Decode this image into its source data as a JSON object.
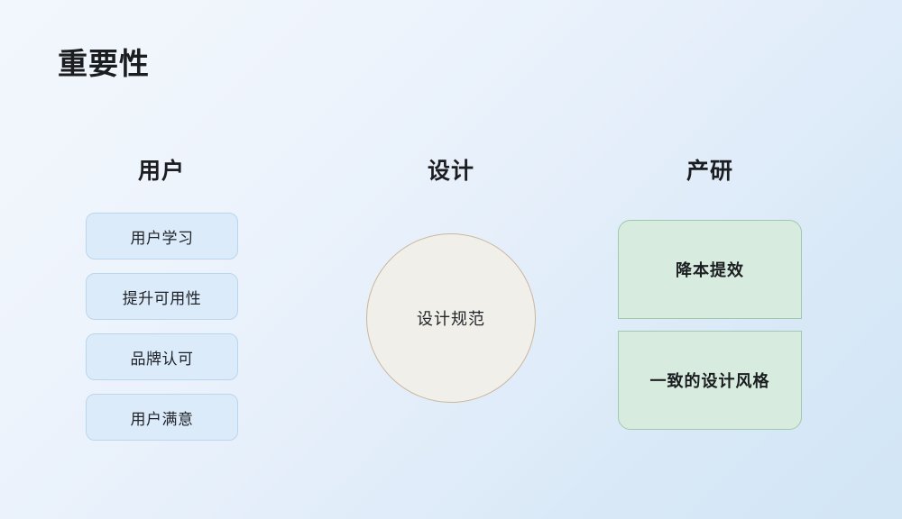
{
  "slide": {
    "title": "重要性",
    "background_from": "#f2f7fd",
    "background_to": "#d2e6f6"
  },
  "columns": {
    "user": {
      "header": "用户",
      "accent": "#b9d6ee",
      "fill": "#dcebfa",
      "items": [
        {
          "label": "用户学习"
        },
        {
          "label": "提升可用性"
        },
        {
          "label": "品牌认可"
        },
        {
          "label": "用户满意"
        }
      ]
    },
    "design": {
      "header": "设计",
      "accent": "#cbb79c",
      "fill": "#f0efea",
      "center_label": "设计规范"
    },
    "rnd": {
      "header": "产研",
      "accent": "#9fc9ae",
      "fill": "#d7ecdf",
      "items": [
        {
          "label": "降本提效"
        },
        {
          "label": "一致的设计风格"
        }
      ]
    }
  }
}
